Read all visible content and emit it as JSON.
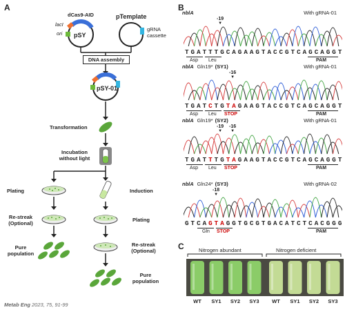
{
  "panels": {
    "a": "A",
    "b": "B",
    "c": "C"
  },
  "panel_a": {
    "plasmid1": {
      "name": "pSY",
      "top_label": "dCas9-AID",
      "lacI": "lacI",
      "ori": "ori"
    },
    "plasmid2": {
      "name": "pTemplate",
      "cassette": "gRNA cassette"
    },
    "assembly_box": "DNA assembly",
    "plasmid3": {
      "name": "pSY-01"
    },
    "steps": {
      "transformation": "Transformation",
      "incubation": "Incubation without light",
      "plating_left": "Plating",
      "induction": "Induction",
      "restreak_left": "Re-streak (Optional)",
      "plating_right": "Plating",
      "pure_left": "Pure population",
      "restreak_right": "Re-streak (Optional)",
      "pure_right": "Pure population"
    },
    "citation": {
      "journal": "Metab Eng",
      "details": "2023, 75, 91-99"
    }
  },
  "panel_b": {
    "tracks": [
      {
        "gene": "nblA",
        "mutation": "",
        "strain": "",
        "grna": "With gRNA-01",
        "markers": [
          "-19"
        ],
        "sequence": "TGATTTGCAGAAGTACCGTCAGCAGGT",
        "aa": [
          "Asp",
          "Leu"
        ],
        "stop": false,
        "pam": "PAM"
      },
      {
        "gene": "nblA",
        "mutation": "Gln19*",
        "strain": "(SY1)",
        "grna": "With gRNA-01",
        "markers": [
          "-16"
        ],
        "sequence": "TGATCTGTAGAAGTACCGTCAGCAGGT",
        "aa": [
          "Asp",
          "Leu"
        ],
        "stop": "STOP",
        "pam": "PAM"
      },
      {
        "gene": "nblA",
        "mutation": "Gln19*",
        "strain": "(SY2)",
        "grna": "With gRNA-01",
        "markers": [
          "-19",
          "-16"
        ],
        "sequence": "TGATTTGTAGAAGTACCGTCAGCAGGT",
        "aa": [
          "Asp",
          "Leu"
        ],
        "stop": "STOP",
        "pam": "PAM"
      },
      {
        "gene": "nblA",
        "mutation": "Gln24*",
        "strain": "(SY3)",
        "grna": "With gRNA-02",
        "markers": [
          "-18"
        ],
        "sequence": "GTCAGTAGGTGCGTGACATCTCACGGG",
        "aa": [
          "Gln"
        ],
        "stop": "STOP",
        "pam": "PAM"
      }
    ]
  },
  "panel_c": {
    "group1": "Nitrogen abundant",
    "group2": "Nitrogen deficient",
    "tubes": [
      "WT",
      "SY1",
      "SY2",
      "SY3",
      "WT",
      "SY1",
      "SY2",
      "SY3"
    ],
    "colors": {
      "abundant": "#8ed36a",
      "deficient": "#c9e39a",
      "bg": "#4a4a42"
    }
  },
  "colors": {
    "blue": "#3a6fd8",
    "orange": "#f07030",
    "green": "#6dba3a",
    "cyan": "#33b5e0",
    "cell": "#5aa63a",
    "red": "#c00000"
  }
}
